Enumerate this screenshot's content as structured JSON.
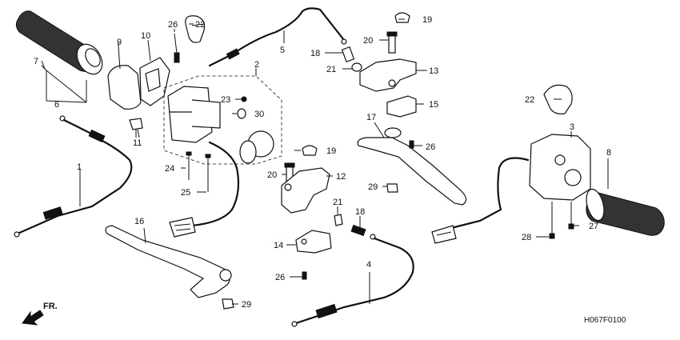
{
  "diagram": {
    "code": "H067F0100",
    "direction": "FR."
  },
  "callouts": [
    {
      "id": "c7",
      "text": "7"
    },
    {
      "id": "c6",
      "text": "6"
    },
    {
      "id": "c9",
      "text": "9"
    },
    {
      "id": "c10",
      "text": "10"
    },
    {
      "id": "c26a",
      "text": "26"
    },
    {
      "id": "c22a",
      "text": "22"
    },
    {
      "id": "c5",
      "text": "5"
    },
    {
      "id": "c19a",
      "text": "19"
    },
    {
      "id": "c20a",
      "text": "20"
    },
    {
      "id": "c18a",
      "text": "18"
    },
    {
      "id": "c21a",
      "text": "21"
    },
    {
      "id": "c13",
      "text": "13"
    },
    {
      "id": "c2",
      "text": "2"
    },
    {
      "id": "c23",
      "text": "23"
    },
    {
      "id": "c30",
      "text": "30"
    },
    {
      "id": "c11",
      "text": "11"
    },
    {
      "id": "c15",
      "text": "15"
    },
    {
      "id": "c17",
      "text": "17"
    },
    {
      "id": "c26b",
      "text": "26"
    },
    {
      "id": "c22b",
      "text": "22"
    },
    {
      "id": "c3",
      "text": "3"
    },
    {
      "id": "c8",
      "text": "8"
    },
    {
      "id": "c1",
      "text": "1"
    },
    {
      "id": "c24",
      "text": "24"
    },
    {
      "id": "c25",
      "text": "25"
    },
    {
      "id": "c19b",
      "text": "19"
    },
    {
      "id": "c20b",
      "text": "20"
    },
    {
      "id": "c12",
      "text": "12"
    },
    {
      "id": "c29a",
      "text": "29"
    },
    {
      "id": "c21b",
      "text": "21"
    },
    {
      "id": "c18b",
      "text": "18"
    },
    {
      "id": "c16",
      "text": "16"
    },
    {
      "id": "c14",
      "text": "14"
    },
    {
      "id": "c27",
      "text": "27"
    },
    {
      "id": "c28",
      "text": "28"
    },
    {
      "id": "c4",
      "text": "4"
    },
    {
      "id": "c26c",
      "text": "26"
    },
    {
      "id": "c29b",
      "text": "29"
    }
  ]
}
